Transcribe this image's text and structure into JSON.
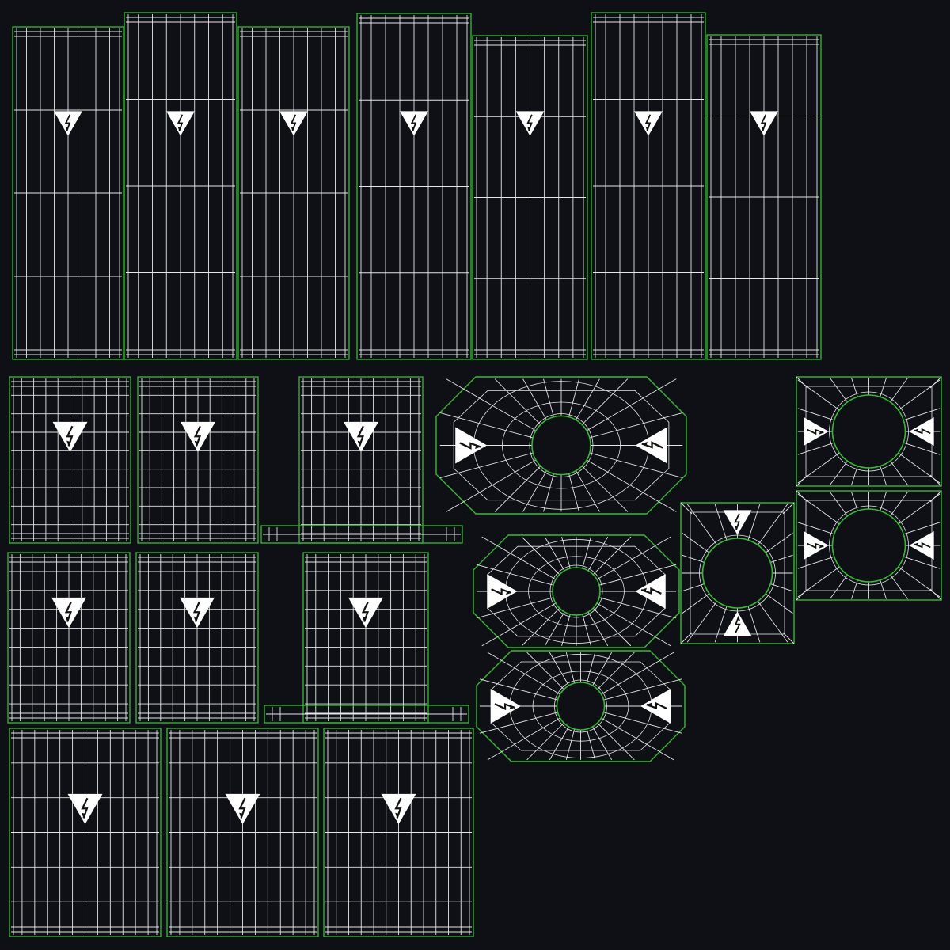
{
  "colors": {
    "background": "#0e1016",
    "outline": "#2fbf2f",
    "wire": "#e6e6e6",
    "warning_fill": "#ffffff",
    "bolt": "#111111"
  },
  "icons": {
    "warning": "high-voltage-warning-icon"
  },
  "islands": {
    "tall_panels": 7,
    "mid_panels": 6,
    "bottom_panels": 3,
    "flange_panels": 2,
    "octagon_panels": 3,
    "square_panels": 3
  }
}
